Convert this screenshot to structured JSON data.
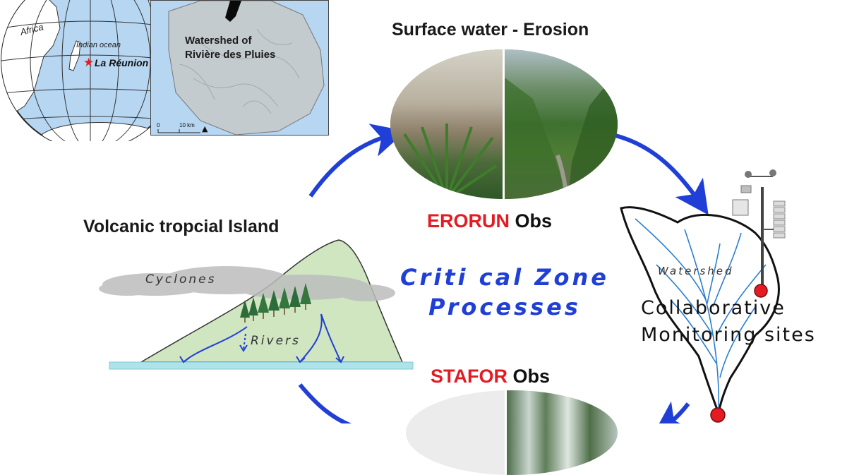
{
  "globe_map": {
    "africa_label": "Africa",
    "ocean_label": "Indian ocean",
    "island_label": "La Réunion"
  },
  "inset_map": {
    "watershed_label_line1": "Watershed of",
    "watershed_label_line2": "Rivière des Pluies",
    "scale_zero": "0",
    "scale_ten": "10 km"
  },
  "surface_water": {
    "title": "Surface water - Erosion"
  },
  "erorun": {
    "red": "ERORUN",
    "black": " Obs"
  },
  "stafor": {
    "red": "STAFOR",
    "black": " Obs"
  },
  "center": {
    "line1": "Criti cal Zone",
    "line2": "Processes"
  },
  "island_panel": {
    "title": "Volcanic tropcial Island",
    "cyclones": "Cyclones",
    "rivers": "Rivers"
  },
  "watershed_panel": {
    "watershed": "Watershed",
    "collab_line1": "Collaborative",
    "collab_line2": "Monitoring sites"
  },
  "colors": {
    "arrow_blue": "#1f3fd6",
    "obs_red": "#e31b23",
    "map_blue": "#b6d6f2",
    "island_green": "#cfe6c1",
    "sea": "#aee3ea"
  }
}
